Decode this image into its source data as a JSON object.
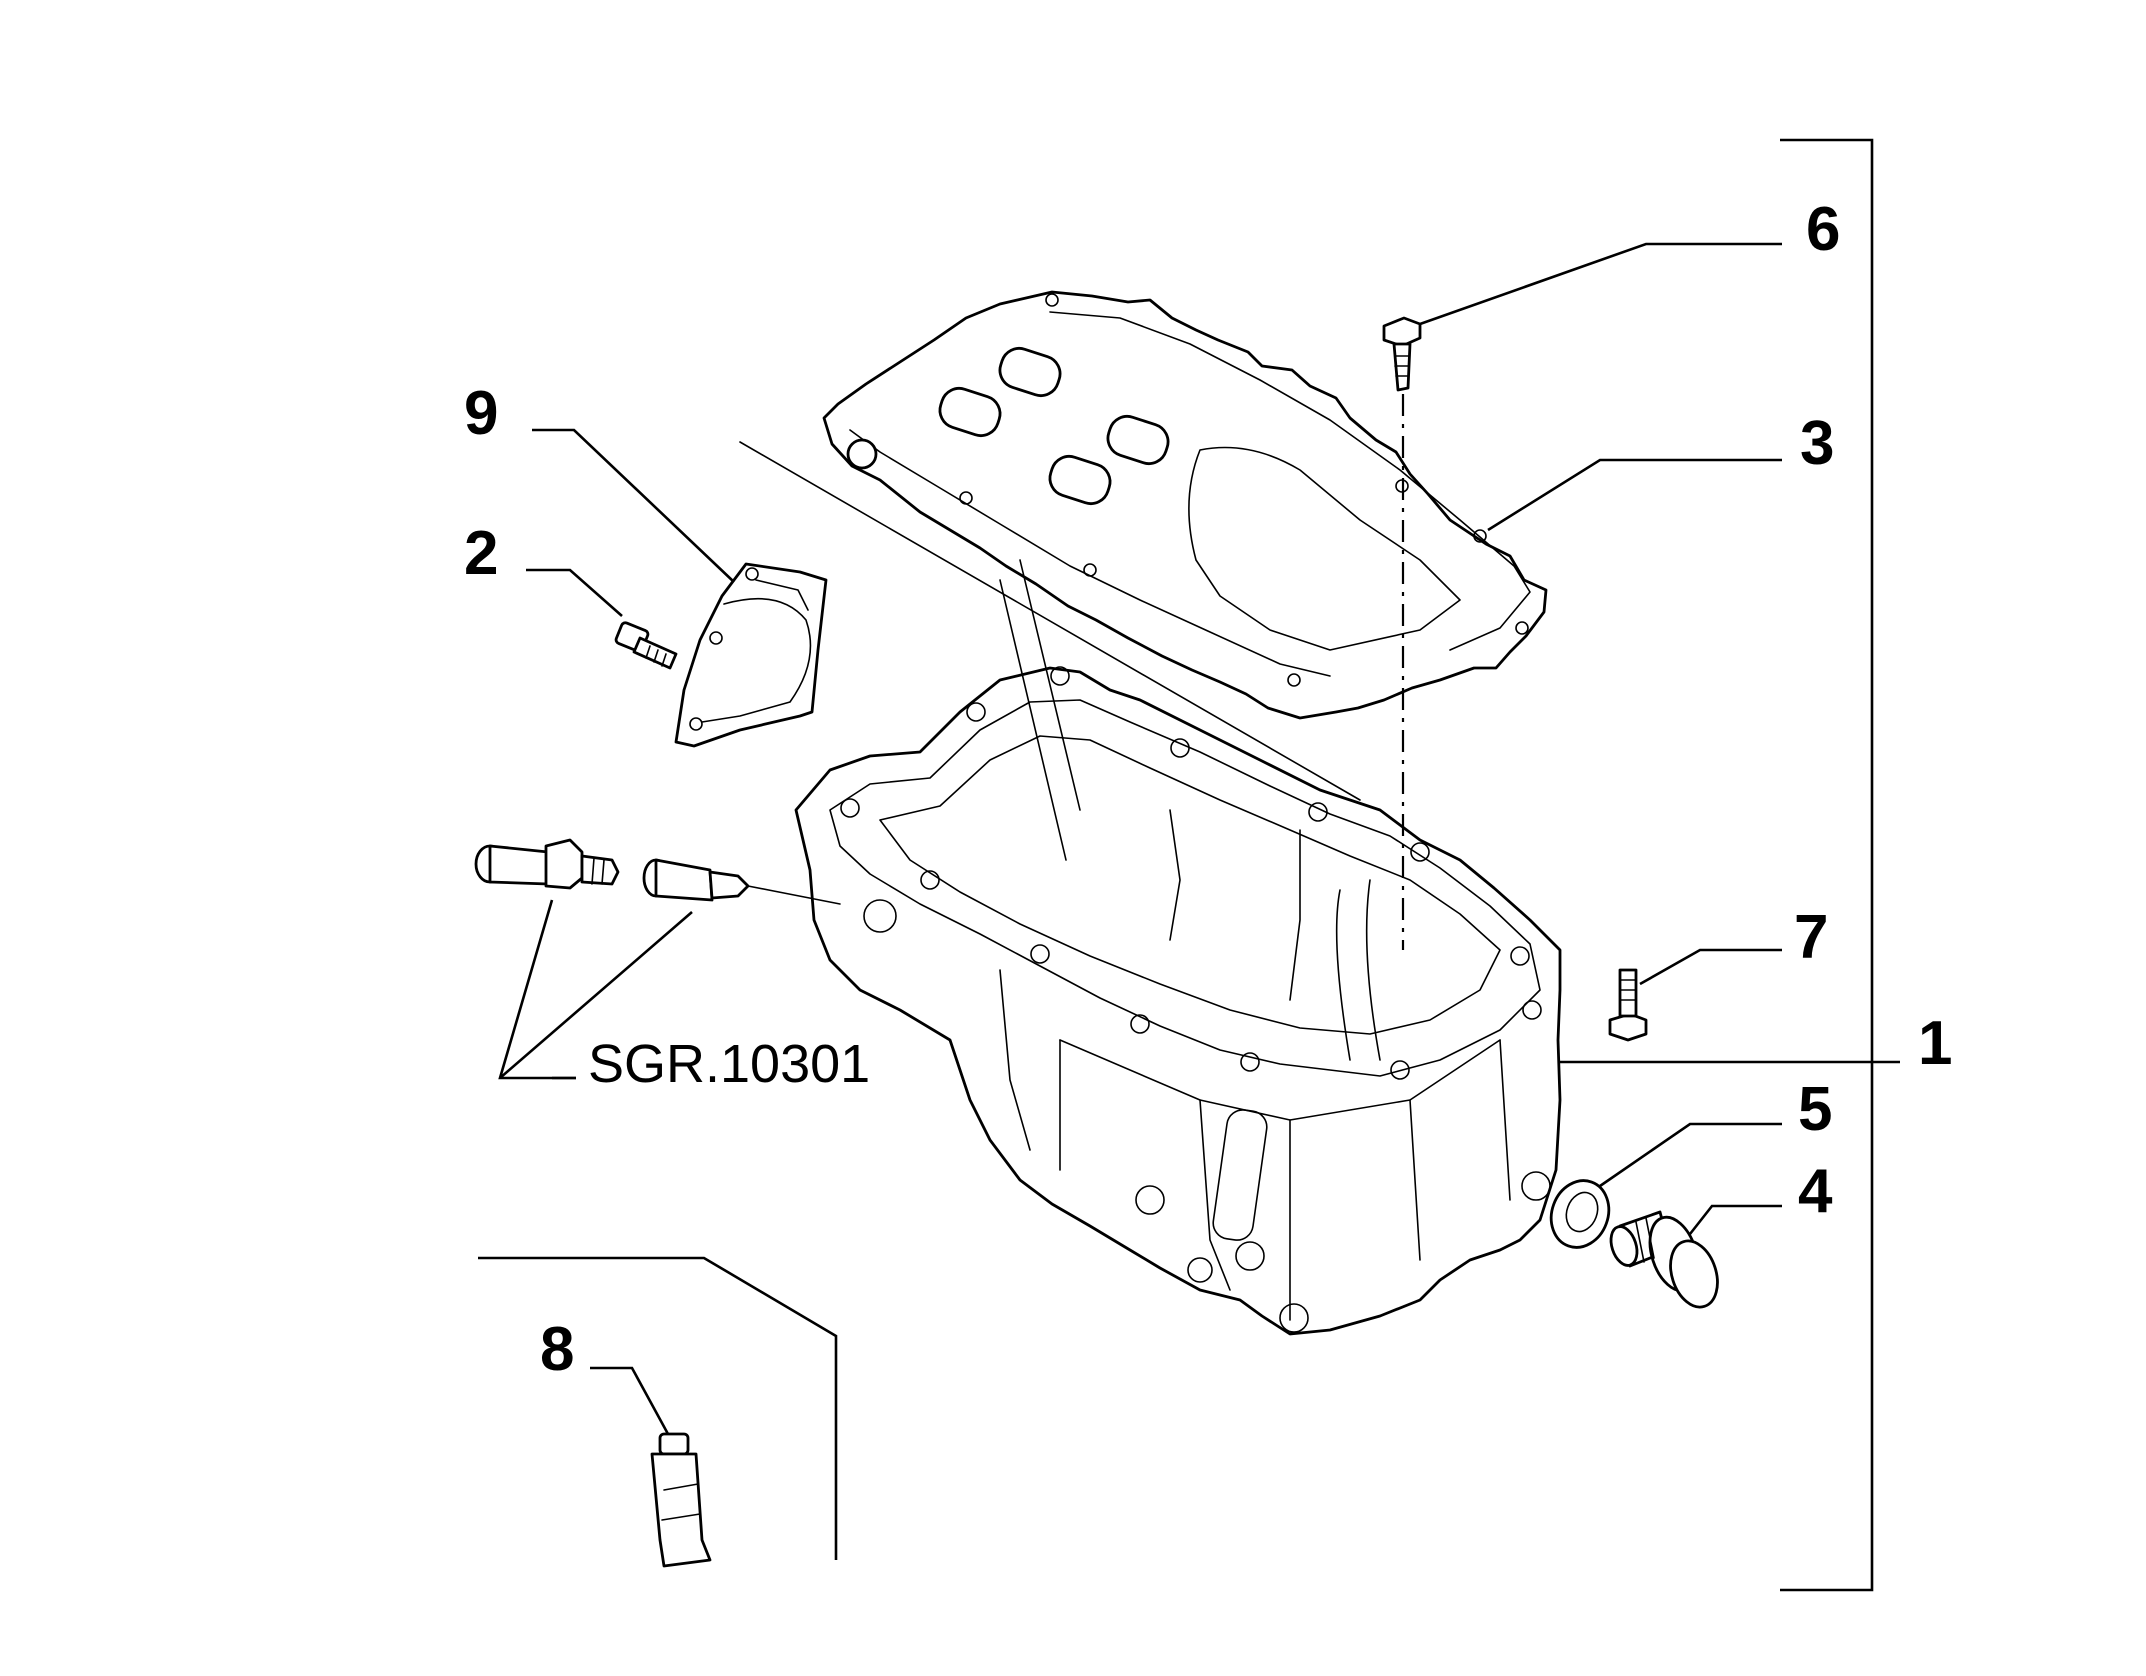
{
  "callouts": {
    "c1": "1",
    "c2": "2",
    "c3": "3",
    "c4": "4",
    "c5": "5",
    "c6": "6",
    "c7": "7",
    "c8": "8",
    "c9": "9"
  },
  "reference_code": "SGR.10301",
  "icons": [
    "oil-pan",
    "baffle-plate",
    "gasket-plate",
    "bolt",
    "drain-plug",
    "sealing-washer",
    "sealant-tube",
    "oil-level-sensor"
  ]
}
